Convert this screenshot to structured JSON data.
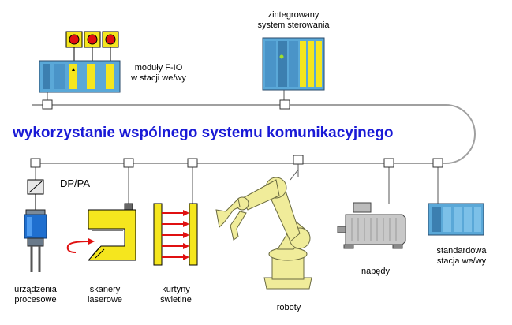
{
  "headline": "wykorzystanie wspólnego systemu komunikacyjnego",
  "labels": {
    "fio_modules": [
      "moduły F-IO",
      "w stacji we/wy"
    ],
    "integrated_control": [
      "zintegrowany",
      "system sterowania"
    ],
    "dp_pa": "DP/PA",
    "process_devices": [
      "urządzenia",
      "procesowe"
    ],
    "laser_scanners": [
      "skanery",
      "laserowe"
    ],
    "light_curtains": [
      "kurtyny",
      "świetlne"
    ],
    "robots": "roboty",
    "drives": "napędy",
    "standard_io": [
      "standardowa",
      "stacja we/wy"
    ]
  },
  "colors": {
    "headline": "#1a1ad6",
    "bus_line": "#a0a0a0",
    "module_blue": "#5aa8d8",
    "safety_yellow": "#f5e61e",
    "light_arrow": "#e01010",
    "robot": "#f0ec9a"
  },
  "icons": [
    "emergency-stop-icon",
    "plc-rack-icon",
    "dp-pa-coupler-icon",
    "pressure-transmitter-icon",
    "laser-scanner-icon",
    "light-curtain-icon",
    "industrial-robot-icon",
    "electric-motor-icon",
    "io-station-icon"
  ]
}
